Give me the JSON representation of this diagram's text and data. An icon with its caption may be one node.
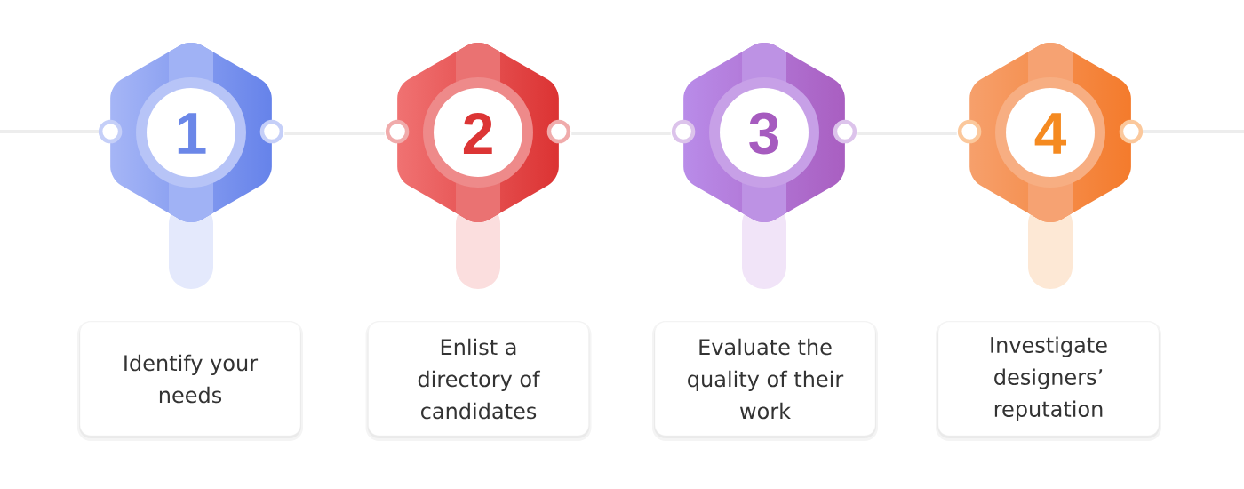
{
  "diagram": {
    "nodes": [
      {
        "text": [
          "1"
        ]
      },
      {
        "text": [
          "2"
        ]
      },
      {
        "text": [
          "3"
        ]
      },
      {
        "text": [
          "4"
        ]
      },
      {
        "text": [
          "Identify your needs"
        ]
      },
      {
        "text": [
          "Enlist a directory of candidates"
        ]
      },
      {
        "text": [
          "Evaluate the quality of their work"
        ]
      },
      {
        "text": [
          "Investigate designers’ reputation"
        ]
      }
    ],
    "edges": [
      {
        "from": 0,
        "to": 1,
        "arrow": "none"
      },
      {
        "from": 1,
        "to": 2,
        "arrow": "none"
      },
      {
        "from": 2,
        "to": 3,
        "arrow": "none"
      }
    ]
  }
}
